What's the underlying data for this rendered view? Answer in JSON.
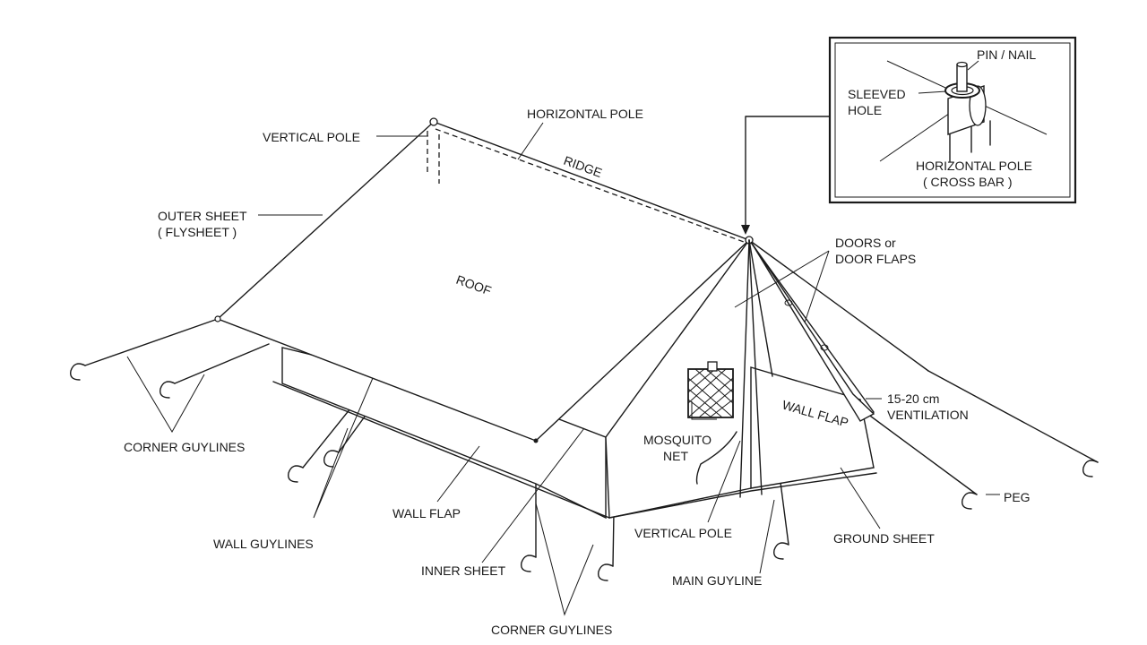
{
  "diagram": {
    "labels": {
      "pin_nail": "PIN / NAIL",
      "sleeved": "SLEEVED",
      "hole": "HOLE",
      "horizontal_pole_cross_bar": "HORIZONTAL POLE",
      "cross_bar": "( CROSS BAR )",
      "horizontal_pole_top": "HORIZONTAL POLE",
      "vertical_pole_top": "VERTICAL POLE",
      "ridge": "RIDGE",
      "outer_sheet": "OUTER SHEET",
      "flysheet": "( FLYSHEET )",
      "roof": "ROOF",
      "doors_or": "DOORS or",
      "door_flaps": "DOOR FLAPS",
      "ventilation_size": "15-20 cm",
      "ventilation": "VENTILATION",
      "wall_flap_right": "WALL FLAP",
      "corner_guylines_left": "CORNER GUYLINES",
      "mosquito": "MOSQUITO",
      "net": "NET",
      "wall_guylines": "WALL GUYLINES",
      "wall_flap_front": "WALL FLAP",
      "inner_sheet": "INNER SHEET",
      "vertical_pole_bottom": "VERTICAL POLE",
      "ground_sheet": "GROUND SHEET",
      "peg": "PEG",
      "main_guyline": "MAIN GUYLINE",
      "corner_guylines_bottom": "CORNER GUYLINES"
    }
  }
}
